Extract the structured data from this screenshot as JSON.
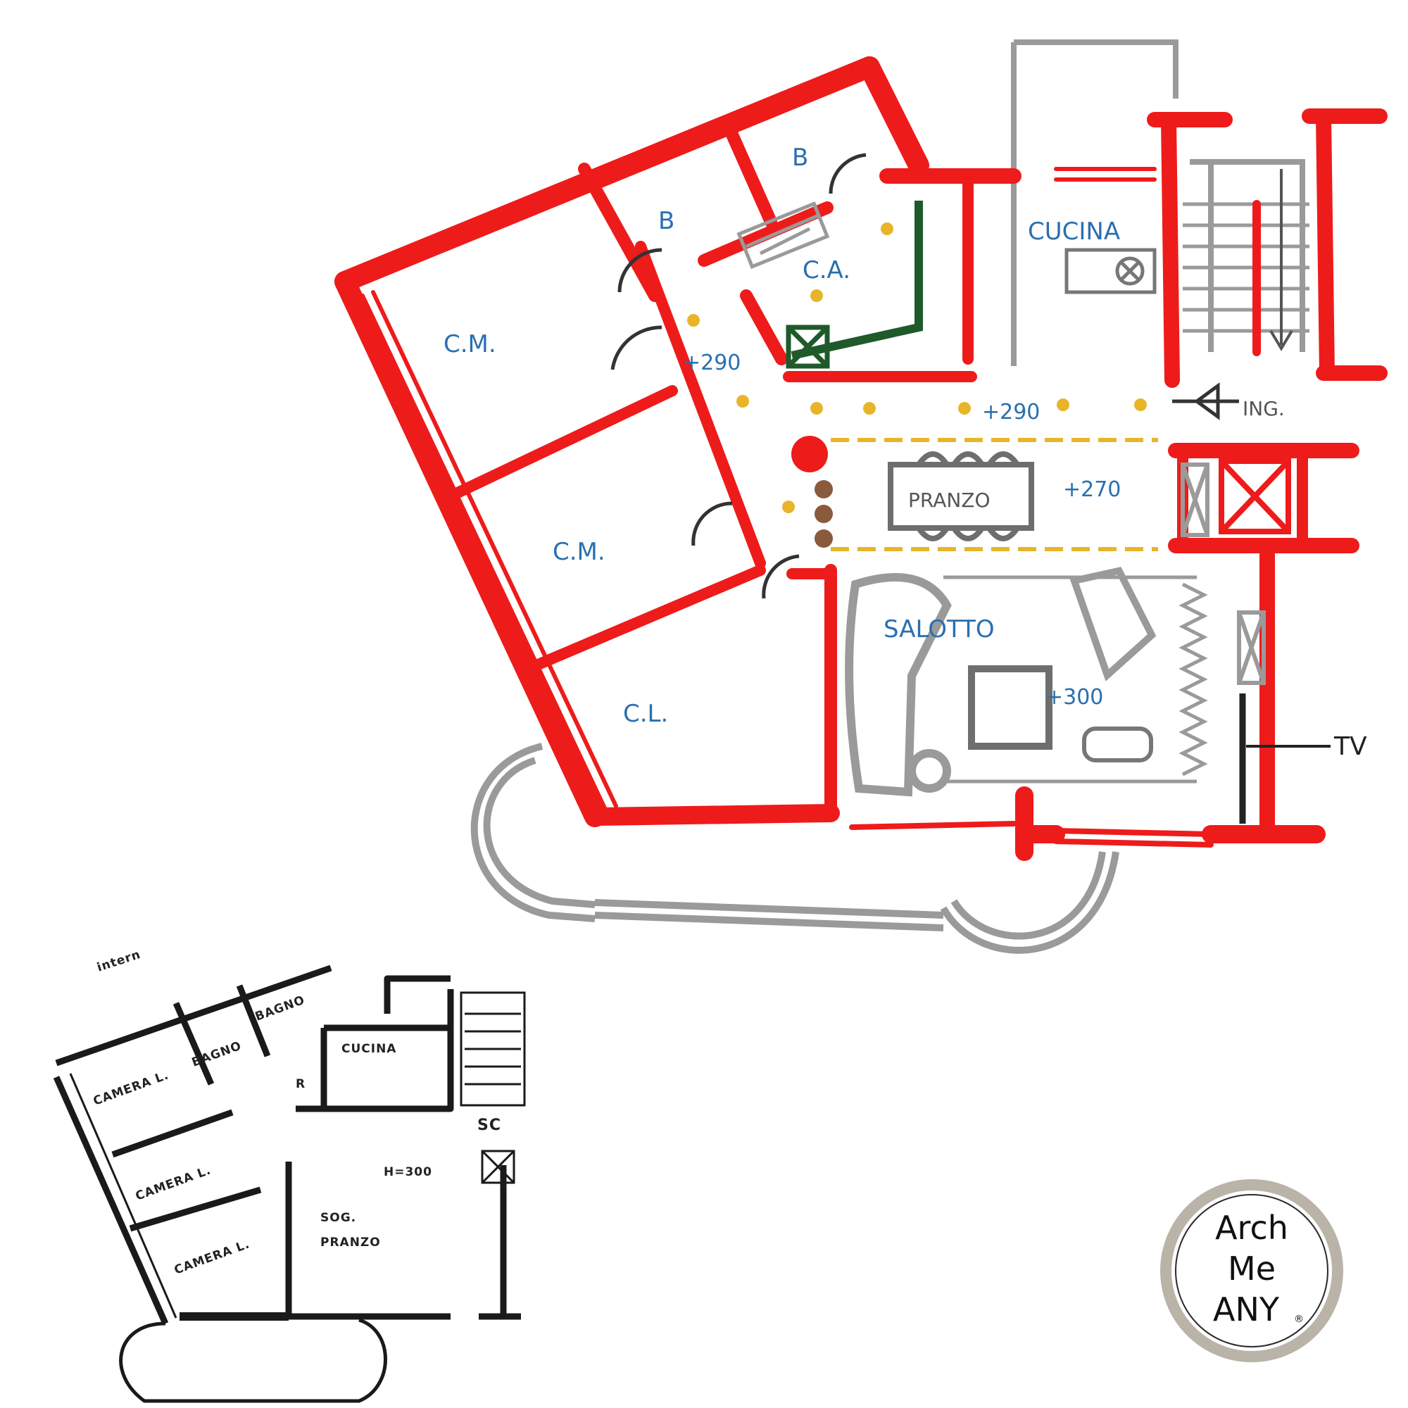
{
  "new_plan": {
    "rooms": {
      "bath1": "B",
      "bath2": "B",
      "wardrobe": "C.A.",
      "kitchen": "CUCINA",
      "bedroom1": "C.M.",
      "bedroom2": "C.M.",
      "bedroom3": "C.L.",
      "dining": "PRANZO",
      "living": "SALOTTO"
    },
    "heights": {
      "hall": "+290",
      "corridor": "+290",
      "dining": "+270",
      "living": "+300"
    },
    "entrance_label": "ING.",
    "tv_label": "TV"
  },
  "original_plan": {
    "header": "intern",
    "rooms": {
      "bed1": "CAMERA L.",
      "bed2": "CAMERA L.",
      "bed3": "CAMERA L.",
      "bath1": "BAGNO",
      "bath2": "BAGNO",
      "storage": "R",
      "kitchen": "CUCINA",
      "living_top": "SOG.",
      "living_bottom": "PRANZO"
    },
    "stair_label": "SC",
    "height": "H=300"
  },
  "logo": {
    "line1": "Arch",
    "line2": "Me",
    "line3": "ANY",
    "mark": "®"
  },
  "colors": {
    "wall_new": "#ee1b1b",
    "wall_existing": "#9a9a9a",
    "label": "#2a6fb0",
    "spotlight": "#e8b52a",
    "wardrobe": "#1f5a2a",
    "logo_ring": "#b9b3a8"
  }
}
